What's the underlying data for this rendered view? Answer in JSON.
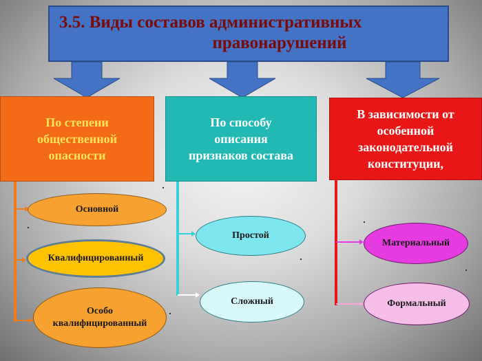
{
  "title": {
    "line1": "3.5. Виды составов административных",
    "line2": "правонарушений"
  },
  "colors": {
    "title_bg": "#4472c4",
    "title_text": "#7a0b0b",
    "arrow": "#4472c4",
    "box1": "#f36b16",
    "box2": "#22b8b3",
    "box3": "#e81616"
  },
  "columns": [
    {
      "heading": [
        "По степени",
        "общественной",
        "опасности"
      ],
      "connector_color": "#f36b16",
      "items": [
        "Основной",
        "Квалифицированный",
        [
          "Особо",
          "квалифицированный"
        ]
      ]
    },
    {
      "heading": [
        "По способу",
        "описания",
        "признаков состава"
      ],
      "connector_color": "#33d1d8",
      "items": [
        "Простой",
        "Сложный"
      ]
    },
    {
      "heading": [
        "В зависимости от",
        "особенной",
        "законодательной",
        "конституции,"
      ],
      "connector_color": "#e81616",
      "items": [
        "Материальный",
        "Формальный"
      ]
    }
  ]
}
